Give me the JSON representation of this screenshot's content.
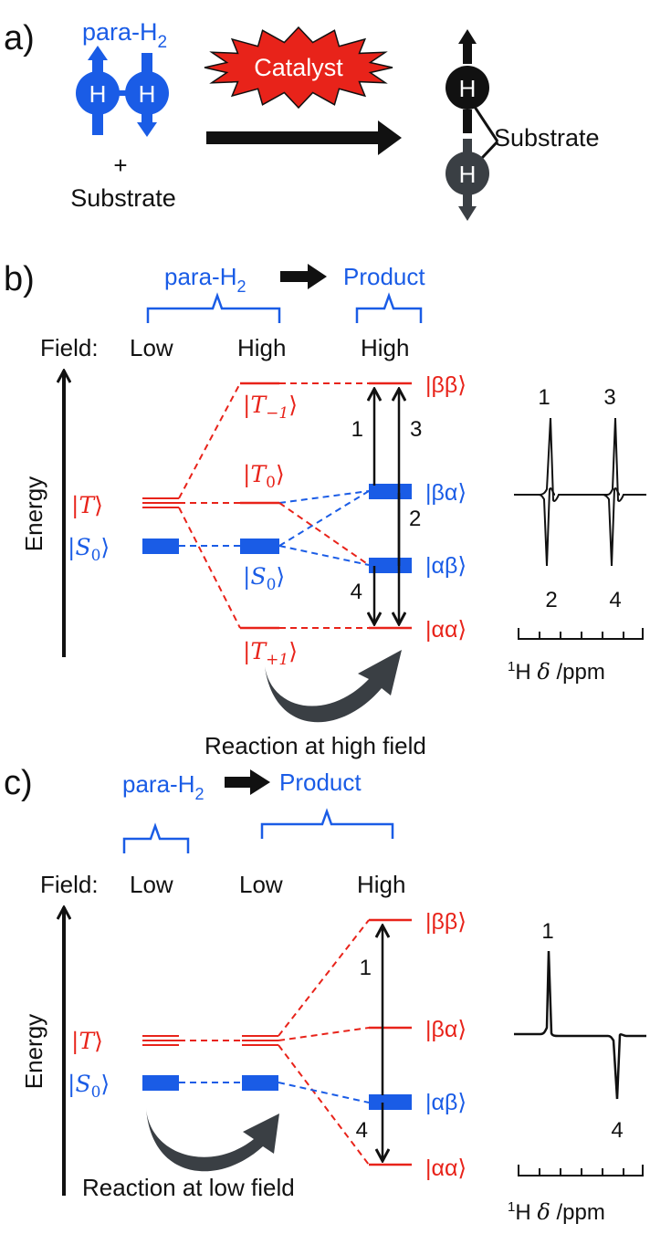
{
  "colors": {
    "blue": "#1a5ce6",
    "red": "#e8231a",
    "black": "#111111",
    "dark_gray": "#3a3f44",
    "starburst": "#e8231a"
  },
  "panel_a": {
    "label": "a)",
    "para_h2": {
      "prefix": "para-H",
      "sub": "2"
    },
    "h_label": "H",
    "plus": "+",
    "substrate_left": "Substrate",
    "catalyst": "Catalyst",
    "substrate_right": "Substrate"
  },
  "panel_b": {
    "label": "b)",
    "para_h2": {
      "prefix": "para-H",
      "sub": "2"
    },
    "product": "Product",
    "field": "Field:",
    "col_low": "Low",
    "col_high1": "High",
    "col_high2": "High",
    "energy": "Energy",
    "states_left": {
      "T": "T",
      "S0": "S",
      "S0_sub": "0"
    },
    "states_mid": {
      "Tm1": "T",
      "Tm1_sub": "−1",
      "T0": "T",
      "T0_sub": "0",
      "S0": "S",
      "S0_sub": "0",
      "Tp1": "T",
      "Tp1_sub": "+1"
    },
    "states_right": {
      "bb": "|ββ⟩",
      "ba": "|βα⟩",
      "ab": "|αβ⟩",
      "aa": "|αα⟩"
    },
    "transitions": [
      "1",
      "2",
      "3",
      "4"
    ],
    "reaction": "Reaction at high field",
    "spectrum": {
      "peaks": [
        "1",
        "3",
        "2",
        "4"
      ],
      "axis_label_sup": "1",
      "axis_label_H": "H ",
      "axis_label_delta": "δ",
      "axis_label_unit": " /ppm"
    }
  },
  "panel_c": {
    "label": "c)",
    "para_h2": {
      "prefix": "para-H",
      "sub": "2"
    },
    "product": "Product",
    "field": "Field:",
    "col_low1": "Low",
    "col_low2": "Low",
    "col_high": "High",
    "energy": "Energy",
    "states_left": {
      "T": "T",
      "S0": "S",
      "S0_sub": "0"
    },
    "states_right": {
      "bb": "|ββ⟩",
      "ba": "|βα⟩",
      "ab": "|αβ⟩",
      "aa": "|αα⟩"
    },
    "transitions": [
      "1",
      "4"
    ],
    "reaction": "Reaction at low field",
    "spectrum": {
      "peaks": [
        "1",
        "4"
      ],
      "axis_label_sup": "1",
      "axis_label_H": "H ",
      "axis_label_delta": "δ",
      "axis_label_unit": " /ppm"
    }
  }
}
